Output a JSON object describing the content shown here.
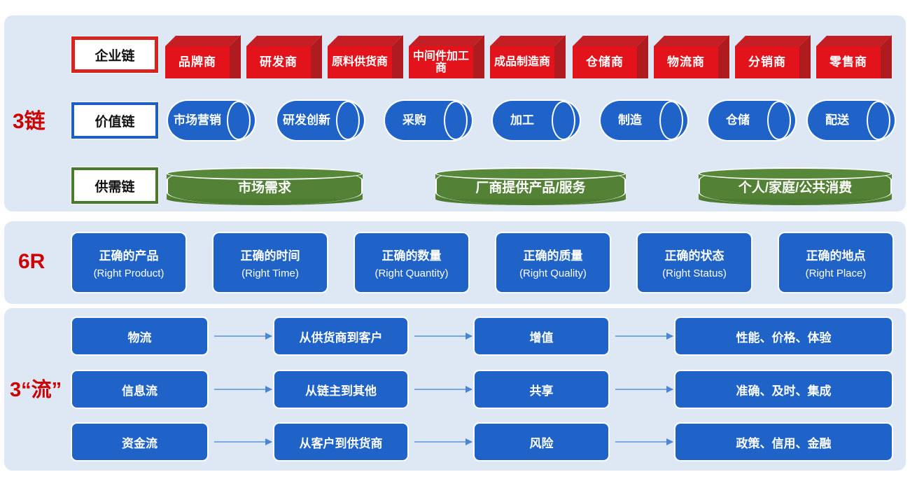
{
  "sections": {
    "chains": {
      "label": "3链",
      "rows": [
        {
          "plate": "企业链",
          "items": [
            "品牌商",
            "研发商",
            "原料供货商",
            "中间件加工商",
            "成品制造商",
            "仓储商",
            "物流商",
            "分销商",
            "零售商"
          ]
        },
        {
          "plate": "价值链",
          "items": [
            "市场营销",
            "研发创新",
            "采购",
            "加工",
            "制造",
            "仓储",
            "配送"
          ]
        },
        {
          "plate": "供需链",
          "items": [
            "市场需求",
            "厂商提供产品/服务",
            "个人/家庭/公共消费"
          ]
        }
      ]
    },
    "six_r": {
      "label": "6R",
      "cards": [
        {
          "cn": "正确的产品",
          "en": "(Right Product)"
        },
        {
          "cn": "正确的时间",
          "en": "(Right Time)"
        },
        {
          "cn": "正确的数量",
          "en": "(Right Quantity)"
        },
        {
          "cn": "正确的质量",
          "en": "(Right Quality)"
        },
        {
          "cn": "正确的状态",
          "en": "(Right Status)"
        },
        {
          "cn": "正确的地点",
          "en": "(Right Place)"
        }
      ]
    },
    "three_flows": {
      "label": "3“流”",
      "rows": [
        {
          "name": "物流",
          "direction": "从供货商到客户",
          "effect": "增值",
          "outcome": "性能、价格、体验"
        },
        {
          "name": "信息流",
          "direction": "从链主到其他",
          "effect": "共享",
          "outcome": "准确、及时、集成"
        },
        {
          "name": "资金流",
          "direction": "从客户到供货商",
          "effect": "风险",
          "outcome": "政策、信用、金融"
        }
      ]
    }
  },
  "colors": {
    "panel_bg": "#dde8f4",
    "red": "#e3131c",
    "red_dark": "#b01b20",
    "blue": "#1f63c9",
    "green": "#538135",
    "label_red": "#cc0000",
    "arrow": "#7aa8e0"
  }
}
